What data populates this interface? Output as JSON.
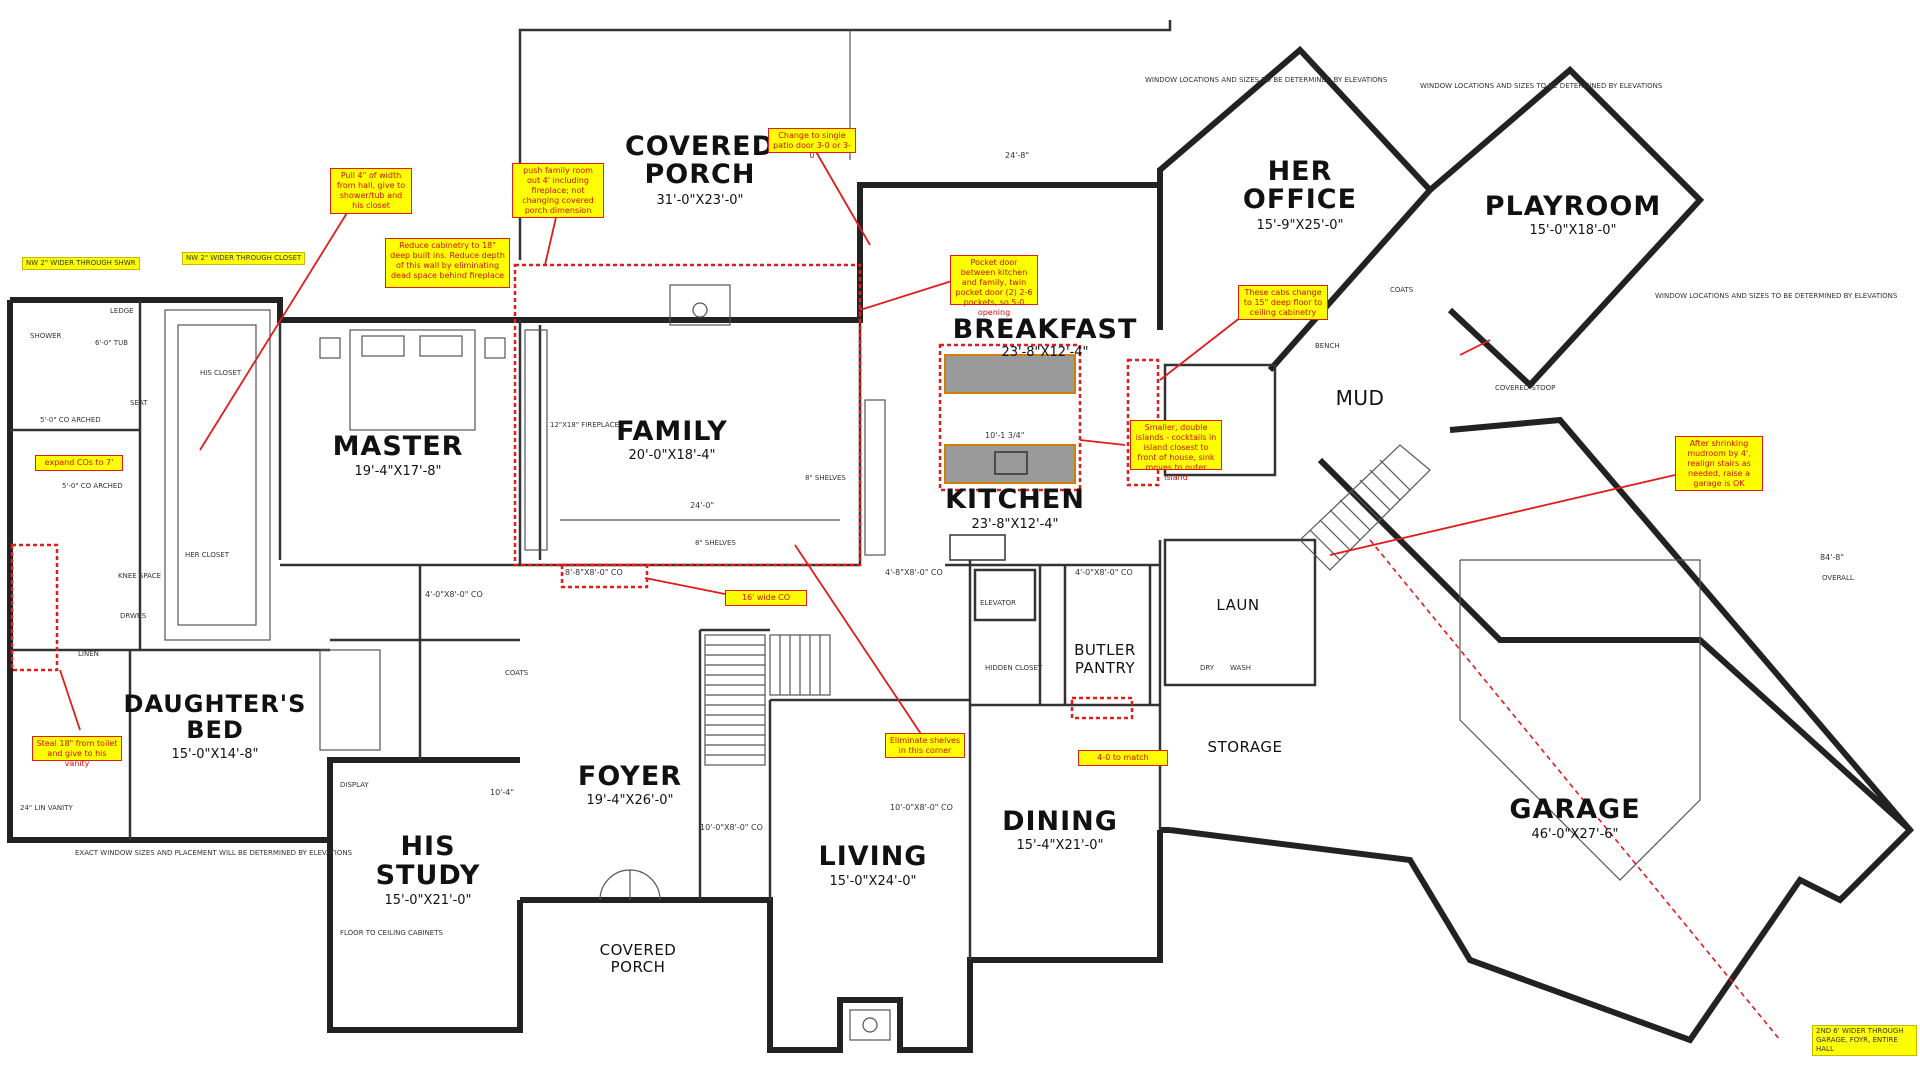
{
  "rooms": {
    "covered_porch_top": {
      "name_line1": "COVERED",
      "name_line2": "PORCH",
      "dim": "31'-0\"X23'-0\""
    },
    "her_office": {
      "name_line1": "HER",
      "name_line2": "OFFICE",
      "dim": "15'-9\"X25'-0\""
    },
    "playroom": {
      "name": "PLAYROOM",
      "dim": "15'-0\"X18'-0\""
    },
    "breakfast": {
      "name": "BREAKFAST",
      "dim": "23'-8\"X12'-4\""
    },
    "master": {
      "name": "MASTER",
      "dim": "19'-4\"X17'-8\""
    },
    "family": {
      "name": "FAMILY",
      "dim": "20'-0\"X18'-4\""
    },
    "kitchen": {
      "name": "KITCHEN",
      "dim": "23'-8\"X12'-4\""
    },
    "mud": {
      "name": "MUD"
    },
    "laun": {
      "name": "LAUN"
    },
    "butler_pantry": {
      "name_line1": "BUTLER",
      "name_line2": "PANTRY"
    },
    "daughters_bed": {
      "name_line1": "DAUGHTER'S",
      "name_line2": "BED",
      "dim": "15'-0\"X14'-8\""
    },
    "foyer": {
      "name": "FOYER",
      "dim": "19'-4\"X26'-0\""
    },
    "storage": {
      "name": "STORAGE"
    },
    "dining": {
      "name": "DINING",
      "dim": "15'-4\"X21'-0\""
    },
    "garage": {
      "name": "GARAGE",
      "dim": "46'-0\"X27'-6\""
    },
    "his_study": {
      "name_line1": "HIS",
      "name_line2": "STUDY",
      "dim": "15'-0\"X21'-0\""
    },
    "living": {
      "name": "LIVING",
      "dim": "15'-0\"X24'-0\""
    },
    "covered_porch_bottom": {
      "name_line1": "COVERED",
      "name_line2": "PORCH"
    }
  },
  "small_labels": {
    "shower": "SHOWER",
    "tub": "6'-0\" TUB",
    "ledge": "LEDGE",
    "seat": "SEAT",
    "his_closet": "HIS CLOSET",
    "her_closet": "HER CLOSET",
    "knee_space": "KNEE SPACE",
    "drawers": "DRWRS",
    "linen": "LINEN",
    "fireplace": "12\"X18\" FIREPLACE",
    "shelves_right": "8\" SHELVES",
    "shelves_bottom": "8\" SHELVES",
    "coats_study": "COATS",
    "coats_mud": "COATS",
    "bench": "BENCH",
    "covered_stoop": "COVERED STOOP",
    "elevator": "ELEVATOR",
    "hidden_closet": "HIDDEN CLOSET",
    "dry": "DRY",
    "wash": "WASH",
    "display": "DISPLAY",
    "floor_to_ceiling": "FLOOR TO CEILING CABINETS",
    "vanity": "24\" LIN VANITY",
    "arched_1": "5'-0\" CO ARCHED",
    "arched_2": "5'-0\" CO ARCHED",
    "overall": "OVERALL"
  },
  "window_notes": {
    "top_center": "WINDOW LOCATIONS AND SIZES TO BE DETERMINED BY ELEVATIONS",
    "top_right": "WINDOW LOCATIONS AND SIZES TO BE DETERMINED BY ELEVATIONS",
    "right_mid": "WINDOW LOCATIONS AND SIZES TO BE DETERMINED BY ELEVATIONS",
    "bottom_left": "EXACT WINDOW SIZES AND PLACEMENT WILL BE DETERMINED BY ELEVATIONS"
  },
  "annotations": {
    "pull_width": "Pull 4\" of width from hall, give to shower/tub and his closet",
    "push_family": "push family room out 4' including fireplace; not changing covered porch dimension",
    "change_patio": "Change to single patio door 3-0 or 3-0",
    "reduce_cabinetry": "Reduce cabinetry to 18\" deep built ins. Reduce depth of this wall by eliminating dead space behind fireplace",
    "pocket_door": "Pocket door between kitchen and family, twin pocket door (2) 2-6 pockets, so 5-0 opening",
    "cabs_change": "These cabs change to 15\" deep floor to ceiling cabinetry",
    "smaller_islands": "Smaller, double islands - cocktails in island closest to front of house, sink moves to outer island",
    "expand_cos": "expand COs to 7'",
    "steal_toilet": "Steal 18\" from toilet and give to his vanity",
    "wide_co": "16' wide CO",
    "eliminate_shelves": "Eliminate shelves in this corner",
    "four_zero_match": "4-0 to match",
    "after_shrinking": "After shrinking mudroom by 4', realign stairs as needed, raise a garage is OK",
    "nw_left": "NW 2\" WIDER THROUGH SHWR",
    "nw_right": "NW 2\" WIDER THROUGH CLOSET",
    "bottom_right": "2ND 6' WIDER THROUGH GARAGE, FOYR, ENTIRE HALL"
  },
  "dimensions": {
    "d_porch_top": "24'-8\"",
    "d_family_bottom": "24'-0\"",
    "d_opening_bottom": "8'-8\"X8'-0\" CO",
    "d_hall_1": "4'-0\"X8'-0\" CO",
    "d_hall_2": "4'-8\"X8'-0\" CO",
    "d_hall_3": "4'-0\"X8'-0\" CO",
    "d_living": "10'-0\"X8'-0\" CO",
    "d_foyer": "10'-0\"X8'-0\" CO",
    "d_kitchen_island": "10'-1 3/4\"",
    "d_garage_overall": "84'-8\"",
    "d_hall_v": "10'-4\""
  }
}
